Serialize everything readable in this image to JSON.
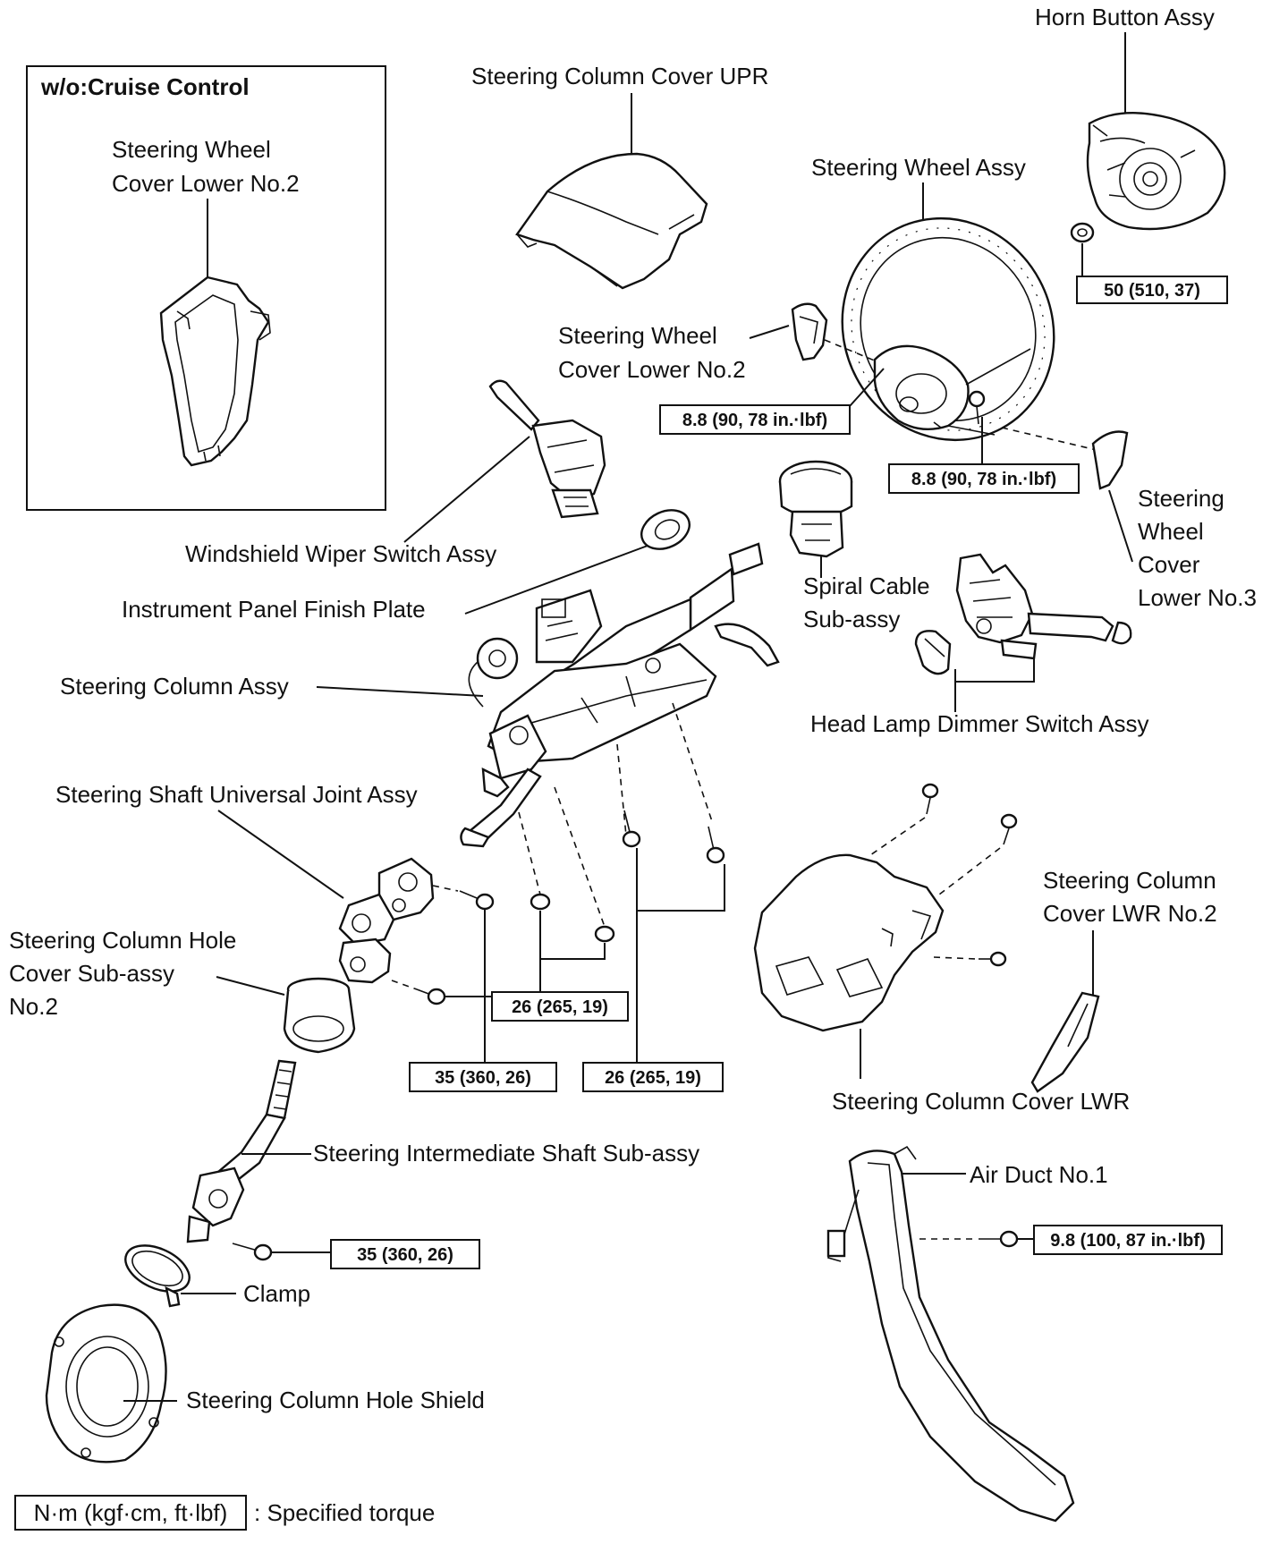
{
  "inset": {
    "title": "w/o:Cruise Control",
    "part_label": [
      "Steering Wheel",
      "Cover Lower No.2"
    ]
  },
  "labels": {
    "horn_button": "Horn Button Assy",
    "column_cover_upr": "Steering Column Cover UPR",
    "steering_wheel": "Steering Wheel Assy",
    "wheel_cover_lower2": [
      "Steering Wheel",
      "Cover Lower No.2"
    ],
    "wheel_cover_lower3": [
      "Steering",
      "Wheel",
      "Cover",
      "Lower No.3"
    ],
    "wiper_switch": "Windshield Wiper Switch Assy",
    "finish_plate": "Instrument Panel Finish Plate",
    "spiral_cable": [
      "Spiral Cable",
      "Sub-assy"
    ],
    "column_assy": "Steering Column Assy",
    "dimmer_switch": "Head Lamp Dimmer Switch Assy",
    "universal_joint": "Steering Shaft Universal Joint Assy",
    "column_cover_lwr2": [
      "Steering Column",
      "Cover LWR No.2"
    ],
    "hole_cover": [
      "Steering Column Hole",
      "Cover Sub-assy",
      "No.2"
    ],
    "column_cover_lwr": "Steering Column Cover LWR",
    "intermediate_shaft": "Steering Intermediate Shaft Sub-assy",
    "air_duct": "Air Duct No.1",
    "clamp": "Clamp",
    "hole_shield": "Steering Column Hole Shield"
  },
  "torques": {
    "horn_nut": "50 (510, 37)",
    "wheel_screw_left": "8.8 (90, 78 in.·lbf)",
    "wheel_screw_right": "8.8 (90, 78 in.·lbf)",
    "column_nut": "26 (265, 19)",
    "joint_bolt": "35 (360, 26)",
    "column_bolt": "26 (265, 19)",
    "intermediate_bolt": "35 (360, 26)",
    "air_duct_bolt": "9.8 (100, 87 in.·lbf)"
  },
  "legend": {
    "unit": "N·m (kgf·cm, ft·lbf)",
    "meaning": ": Specified torque"
  }
}
